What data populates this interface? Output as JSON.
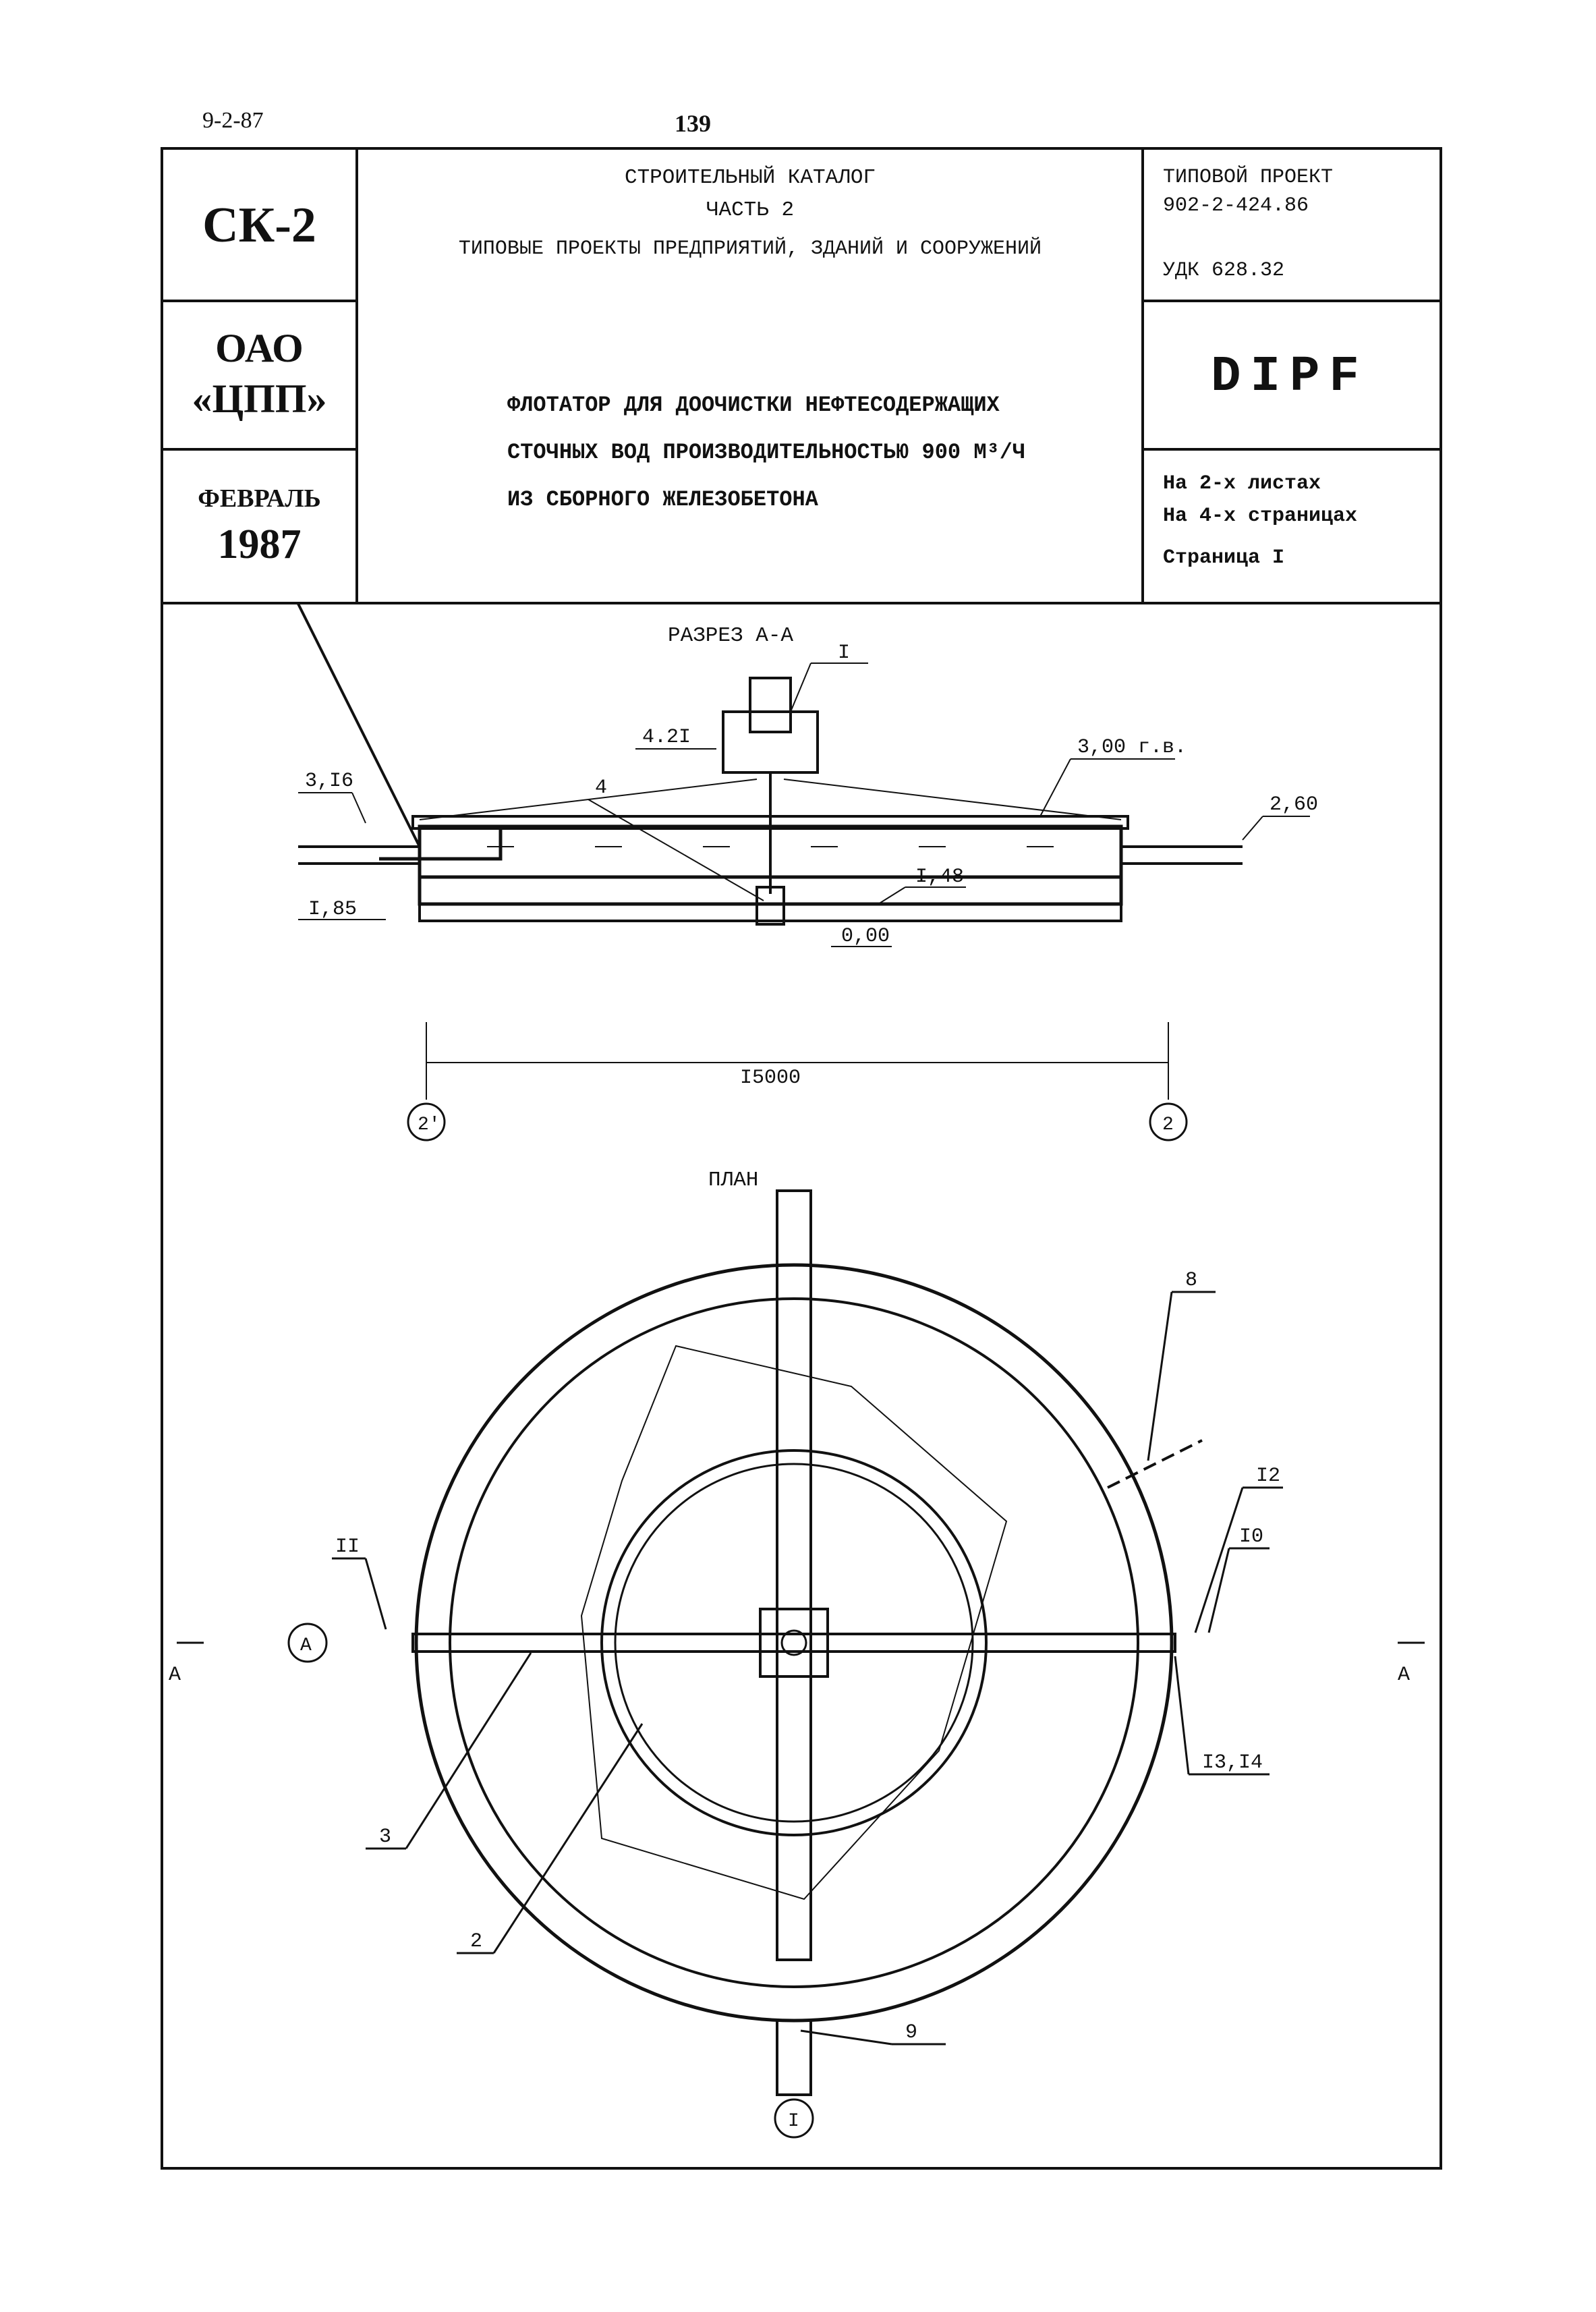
{
  "page": {
    "corner_code": "9-2-87",
    "page_number": "139"
  },
  "title_block": {
    "series": "СК-2",
    "org_line1": "ОАО",
    "org_line2": "«ЦПП»",
    "month": "ФЕВРАЛЬ",
    "year": "1987",
    "catalog_line1": "СТРОИТЕЛЬНЫЙ КАТАЛОГ",
    "catalog_line2": "ЧАСТЬ 2",
    "catalog_line3": "ТИПОВЫЕ ПРОЕКТЫ ПРЕДПРИЯТИЙ, ЗДАНИЙ И СООРУЖЕНИЙ",
    "title_line1": "ФЛОТАТОР ДЛЯ ДООЧИСТКИ НЕФТЕСОДЕРЖАЩИХ",
    "title_line2": "СТОЧНЫХ ВОД ПРОИЗВОДИТЕЛЬНОСТЬЮ 900 М³/Ч",
    "title_line3": "ИЗ СБОРНОГО ЖЕЛЕЗОБЕТОНА",
    "project_label": "ТИПОВОЙ ПРОЕКТ",
    "project_number": "902-2-424.86",
    "udk": "УДК 628.32",
    "code": "DIPF",
    "sheets": "На 2-х листах",
    "pages": "На 4-х страницах",
    "page": "Страница I"
  },
  "section": {
    "title": "РАЗРЕЗ А-А",
    "marks": {
      "i": "I",
      "m421": "4.2I",
      "m300": "3,00 г.в.",
      "m316": "3,I6",
      "m4": "4",
      "m260": "2,60",
      "m148": "I,48",
      "m185": "I,85",
      "m000": "0,00",
      "dim": "I5000",
      "axis_left": "2'",
      "axis_right": "2"
    }
  },
  "plan": {
    "title": "ПЛАН",
    "marks": {
      "m8": "8",
      "m12": "I2",
      "m10": "I0",
      "m11": "II",
      "m1314": "I3,I4",
      "m3": "3",
      "m2": "2",
      "m9": "9",
      "axis_a": "А",
      "cut_left": "А",
      "cut_right": "А",
      "axis_i": "I"
    }
  }
}
